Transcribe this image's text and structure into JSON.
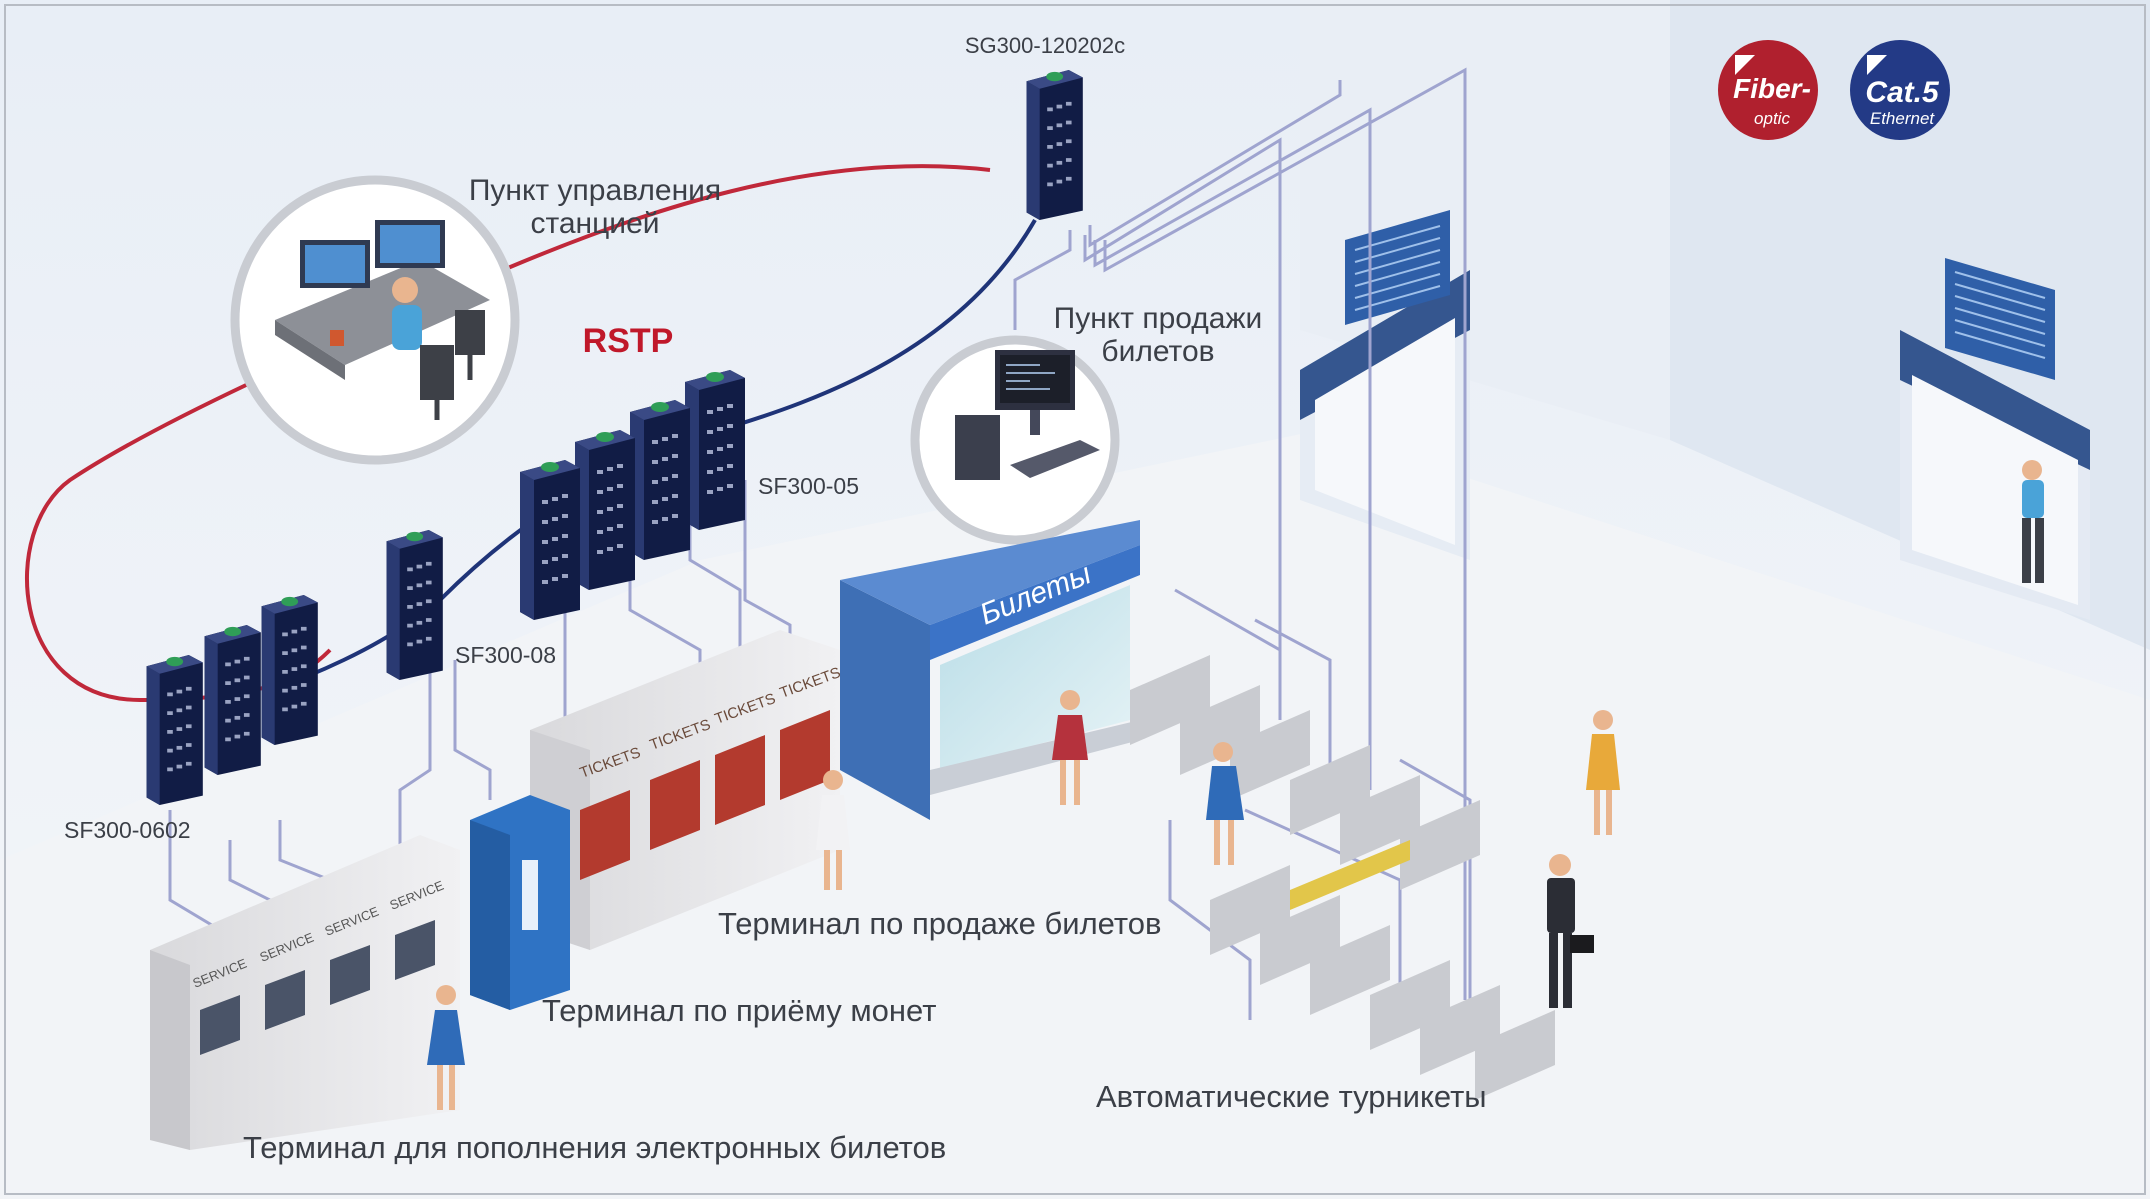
{
  "labels": {
    "core_switch": "SG300-120202c",
    "control_point_line1": "Пункт управления",
    "control_point_line2": "станцией",
    "rstp": "RSTP",
    "ticket_office_line1": "Пункт продажи",
    "ticket_office_line2": "билетов",
    "switch_sf300_05": "SF300-05",
    "switch_sf300_08": "SF300-08",
    "switch_sf300_0602": "SF300-0602",
    "kiosk_sign": "Билеты",
    "ticket_terminal": "Терминал по продаже билетов",
    "coin_terminal": "Терминал по приёму монет",
    "turnstiles": "Автоматические турникеты",
    "refill_terminal": "Терминал для пополнения электронных билетов",
    "machine_ticket_text": "TICKETS",
    "machine_service_text": "SERVICE"
  },
  "legend": {
    "fiber_title": "Fiber-",
    "fiber_sub": "optic",
    "fiber_color": "#b0202e",
    "cat5_title": "Cat.5",
    "cat5_sub": "Ethernet",
    "cat5_color": "#233a86"
  },
  "colors": {
    "fiber_link": "#c0283a",
    "ethernet_link": "#1f3478",
    "drop_cable": "#9fa4cf",
    "switch_body": "#1e2a55",
    "rstp_text": "#c0182a"
  }
}
